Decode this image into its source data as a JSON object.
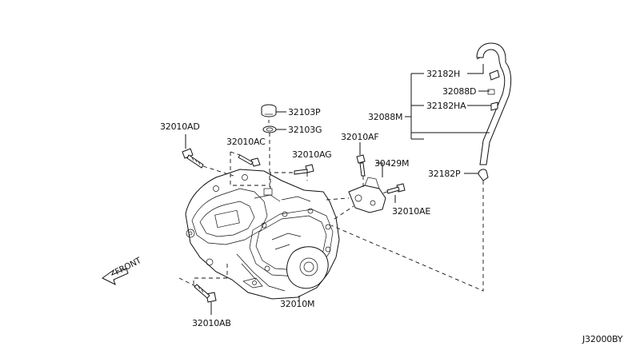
{
  "labels": {
    "p32010AD": "32010AD",
    "p32010AC": "32010AC",
    "p32103P": "32103P",
    "p32103G": "32103G",
    "p32010AG": "32010AG",
    "p32010AF": "32010AF",
    "p30429M": "30429M",
    "p32010AE": "32010AE",
    "p32088M": "32088M",
    "p32182H": "32182H",
    "p32088D": "32088D",
    "p32182HA": "32182HA",
    "p32182P": "32182P",
    "p32010M": "32010M",
    "p32010AB": "32010AB",
    "front": "FRONT",
    "diagram_code": "J32000BY"
  }
}
